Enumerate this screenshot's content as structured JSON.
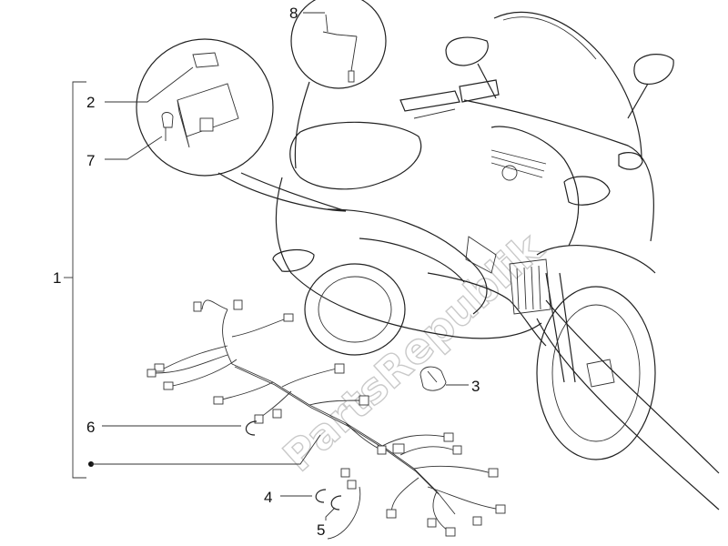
{
  "watermark": "PartsRepublik",
  "callouts": [
    {
      "id": "1",
      "label": "1"
    },
    {
      "id": "2",
      "label": "2"
    },
    {
      "id": "3",
      "label": "3"
    },
    {
      "id": "4",
      "label": "4"
    },
    {
      "id": "5",
      "label": "5"
    },
    {
      "id": "6",
      "label": "6"
    },
    {
      "id": "7",
      "label": "7"
    },
    {
      "id": "8",
      "label": "8"
    }
  ],
  "icons": [
    "scooter-outline",
    "wiring-harness",
    "fuse-box",
    "relay-clip",
    "ring-clip"
  ]
}
